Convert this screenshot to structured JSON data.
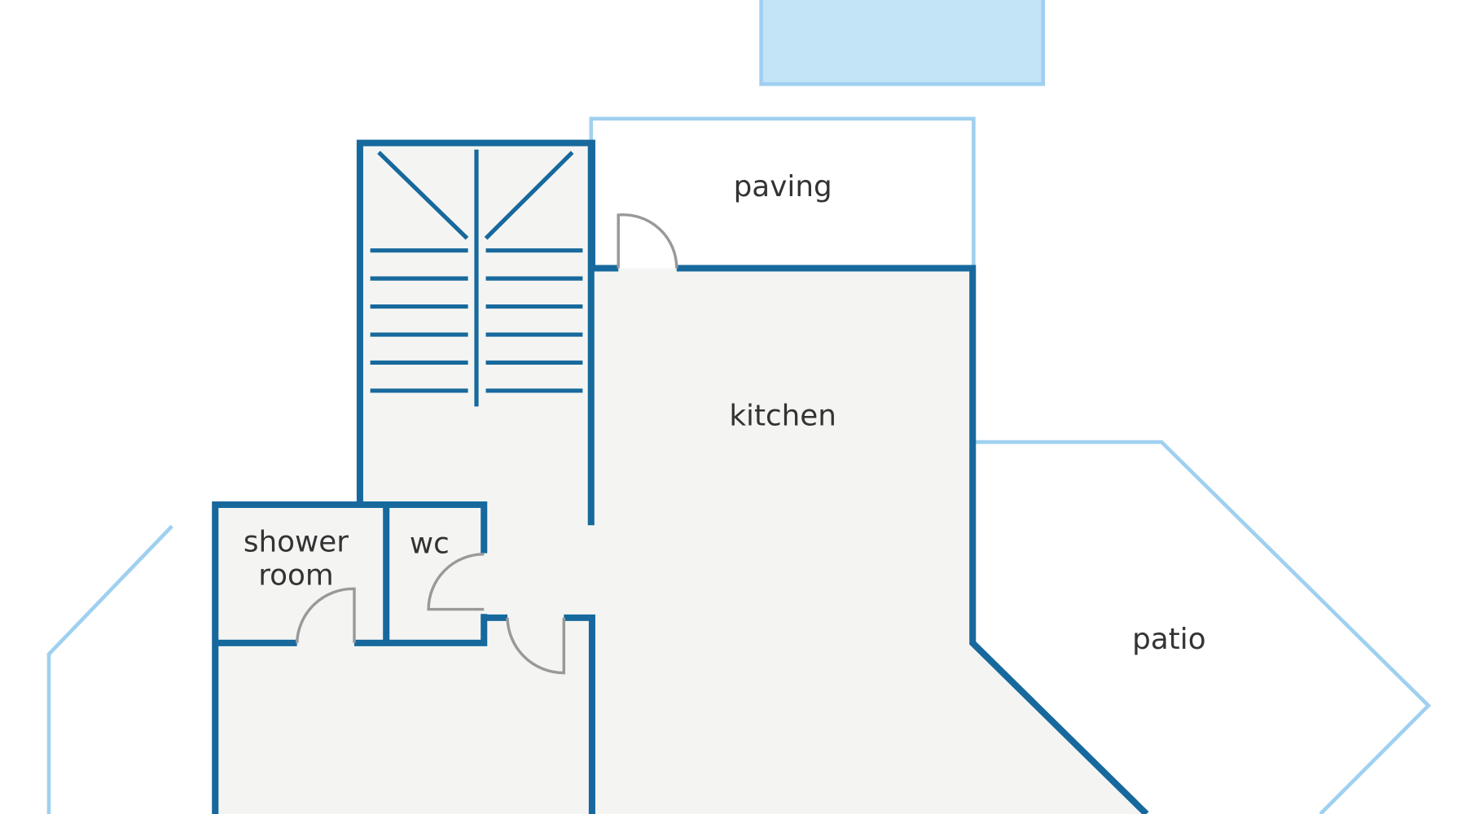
{
  "floorplan": {
    "rooms": {
      "paving": "paving",
      "kitchen": "kitchen",
      "patio": "patio",
      "shower_room_line1": "shower",
      "shower_room_line2": "room",
      "wc": "wc"
    },
    "colors": {
      "wall": "#17699d",
      "exterior_outline": "#9fd0f0",
      "exterior_fill": "#c3e3f7",
      "interior_fill": "#f4f5f3",
      "door": "#999999",
      "label": "#333333"
    }
  }
}
